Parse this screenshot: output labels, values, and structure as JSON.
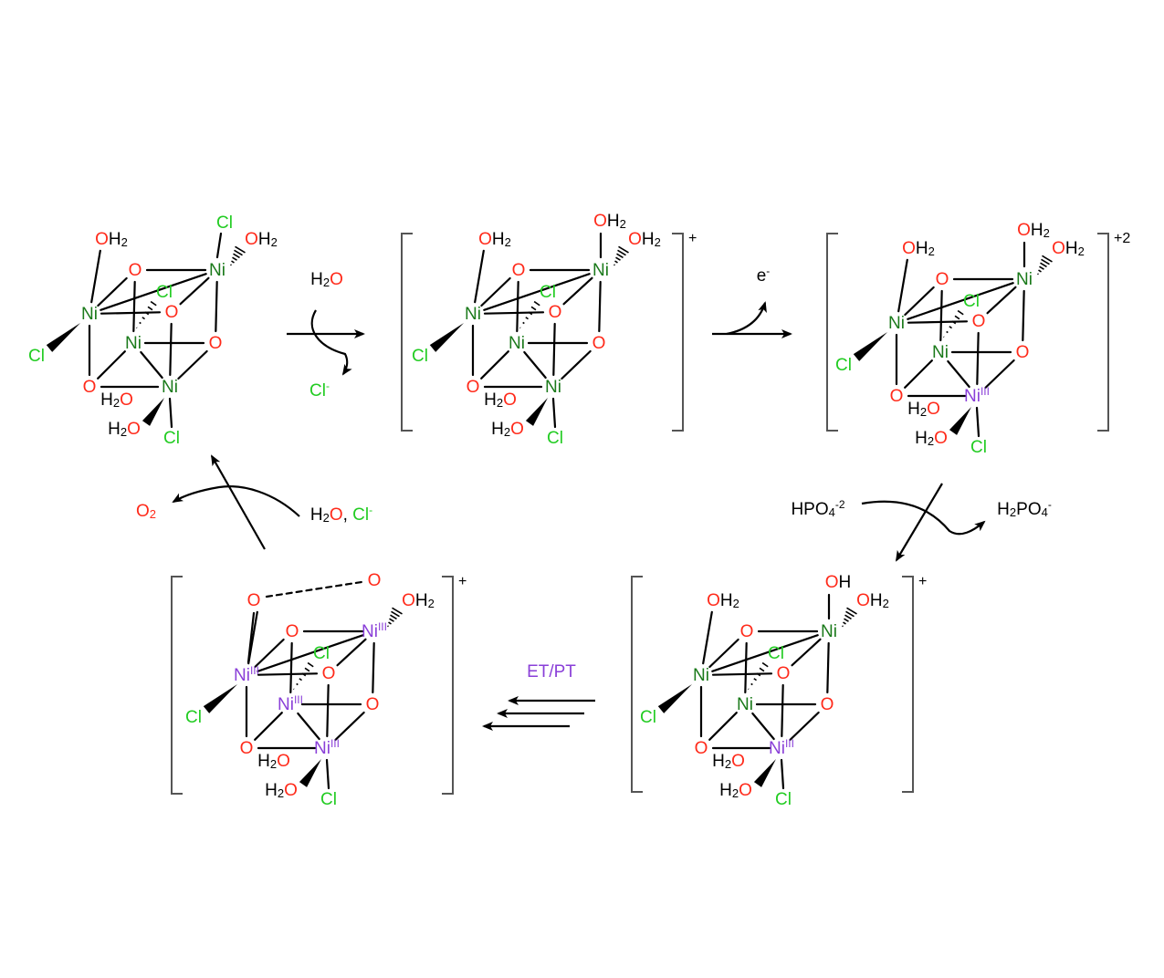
{
  "colors": {
    "oxygen": "#ff2a1a",
    "chlorine": "#22cc22",
    "nickel_ii": "#1a7a1a",
    "nickel_iii": "#8a3fd8",
    "bond": "#000000",
    "etpt_label": "#8a3fd8"
  },
  "labels": {
    "o": "O",
    "h2": "H",
    "h2_sub": "2",
    "oh_h": "H",
    "cl": "Cl",
    "ni": "Ni",
    "ni_ox_iii": "III"
  },
  "structures": [
    {
      "name": "cubane-start",
      "oxidation": [
        "II",
        "II",
        "II",
        "II"
      ],
      "charge": "",
      "top_ligand": ""
    },
    {
      "name": "cubane-aqua",
      "oxidation": [
        "II",
        "II",
        "II",
        "II"
      ],
      "charge": "+",
      "top_ligand": "OH2"
    },
    {
      "name": "cubane-oxidized",
      "oxidation": [
        "II",
        "II",
        "II",
        "III"
      ],
      "charge": "+2",
      "top_ligand": "OH2"
    },
    {
      "name": "cubane-hydroxo",
      "oxidation": [
        "II",
        "II",
        "II",
        "III"
      ],
      "charge": "+",
      "top_ligand": "OH"
    },
    {
      "name": "cubane-peroxo",
      "oxidation": [
        "III",
        "III",
        "III",
        "III"
      ],
      "charge": "+",
      "top_ligand": "O"
    }
  ],
  "steps": {
    "water_in": {
      "text": "H",
      "sub": "2",
      "o": "O"
    },
    "chloride_out": {
      "text": "Cl",
      "sup": "-"
    },
    "electron_out": {
      "text": "e",
      "sup": "-"
    },
    "phosphate_in": {
      "text": "HPO",
      "sub": "4",
      "sup": "-2"
    },
    "phosphate_out": {
      "text": "H",
      "sub1": "2",
      "mid": "PO",
      "sub2": "4",
      "sup": "-"
    },
    "etpt": "ET/PT",
    "o2_out": {
      "text": "O",
      "sub": "2"
    },
    "water_cl_in": {
      "h": "H",
      "sub": "2",
      "o": "O",
      "sep": ", ",
      "cl": "Cl",
      "sup": "-"
    }
  }
}
